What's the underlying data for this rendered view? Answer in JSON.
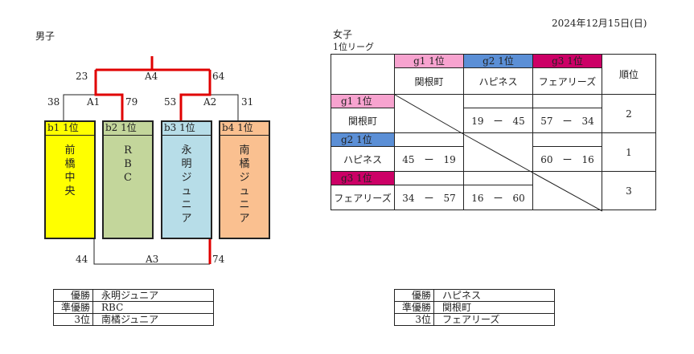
{
  "date": "2024年12月15日(日)",
  "boys": {
    "section_title": "男子",
    "teams": [
      {
        "tag": "b1 1位",
        "name": "前橋中央",
        "color": "#ffff00"
      },
      {
        "tag": "b2 1位",
        "name": "RBC",
        "color": "#c3d69b"
      },
      {
        "tag": "b3 1位",
        "name": "永明ジュニア",
        "color": "#b7dde8"
      },
      {
        "tag": "b4 1位",
        "name": "南橘ジュニア",
        "color": "#fac090"
      }
    ],
    "matches": {
      "A1": {
        "label": "A1",
        "left_score": "38",
        "right_score": "79"
      },
      "A2": {
        "label": "A2",
        "left_score": "53",
        "right_score": "31"
      },
      "A3": {
        "label": "A3",
        "left_score": "44",
        "right_score": "74"
      },
      "A4": {
        "label": "A4",
        "left_score": "23",
        "right_score": "64"
      }
    },
    "results": [
      {
        "rank": "優勝",
        "team": "永明ジュニア"
      },
      {
        "rank": "準優勝",
        "team": "RBC"
      },
      {
        "rank": "3位",
        "team": "南橘ジュニア"
      }
    ]
  },
  "girls": {
    "section_title": "女子",
    "subtitle": "1位リーグ",
    "rank_header": "順位",
    "teams": [
      {
        "tag": "g1 1位",
        "name": "関根町",
        "color": "#f7a3cf",
        "rank": "2"
      },
      {
        "tag": "g2 1位",
        "name": "ハピネス",
        "color": "#5b8fd6",
        "rank": "1"
      },
      {
        "tag": "g3 1位",
        "name": "フェアリーズ",
        "color": "#cc0066",
        "rank": "3"
      }
    ],
    "scores": [
      [
        "",
        "19　ー　45",
        "57　ー　34"
      ],
      [
        "45　ー　19",
        "",
        "60　ー　16"
      ],
      [
        "34　ー　57",
        "16　ー　60",
        ""
      ]
    ],
    "results": [
      {
        "rank": "優勝",
        "team": "ハピネス"
      },
      {
        "rank": "準優勝",
        "team": "関根町"
      },
      {
        "rank": "3位",
        "team": "フェアリーズ"
      }
    ]
  }
}
